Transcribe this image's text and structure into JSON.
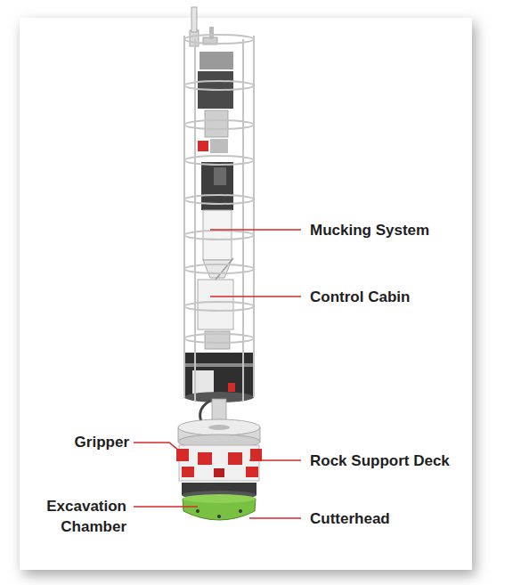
{
  "diagram": {
    "labels": [
      "Mucking System",
      "Control Cabin",
      "Gripper",
      "Rock Support Deck",
      "Excavation Chamber",
      "Cutterhead"
    ]
  }
}
